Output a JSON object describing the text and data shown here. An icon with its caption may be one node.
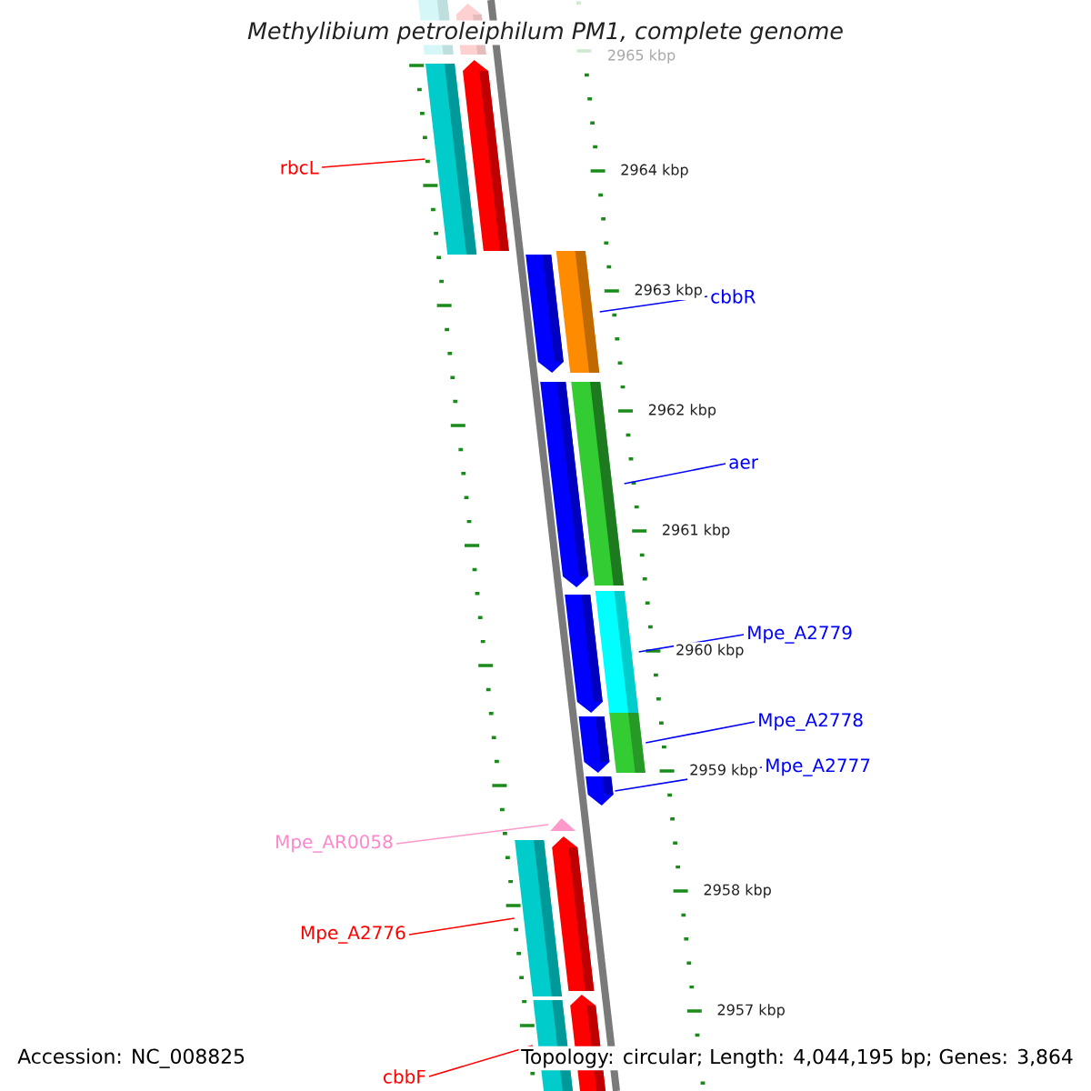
{
  "diagram": {
    "title": "Methylibium petroleiphilum PM1, complete genome",
    "nodes": [
      {
        "text": [],
        "shape": "bar"
      },
      {
        "text": [],
        "shape": "bar"
      },
      {
        "text": [],
        "shape": "bar"
      },
      {
        "text": [],
        "shape": "bar"
      },
      {
        "text": [
          "rbcL"
        ]
      },
      {
        "text": [],
        "shape": "bar"
      },
      {
        "text": [],
        "shape": "bar"
      },
      {
        "text": [
          "cbbR"
        ]
      },
      {
        "text": [],
        "shape": "bar"
      },
      {
        "text": [],
        "shape": "bar"
      },
      {
        "text": [
          "aer"
        ]
      },
      {
        "text": [],
        "shape": "bar"
      },
      {
        "text": [],
        "shape": "bar"
      },
      {
        "text": [
          "Mpe_A2779"
        ]
      },
      {
        "text": [],
        "shape": "bar"
      },
      {
        "text": [],
        "shape": "bar"
      },
      {
        "text": [
          "Mpe_A2778"
        ]
      },
      {
        "text": [],
        "shape": "bar"
      },
      {
        "text": [
          "Mpe_A2777"
        ]
      },
      {
        "text": [],
        "shape": "triangle"
      },
      {
        "text": [
          "Mpe_AR0058"
        ]
      },
      {
        "text": [],
        "shape": "bar"
      },
      {
        "text": [],
        "shape": "bar"
      },
      {
        "text": [
          "Mpe_A2776"
        ]
      },
      {
        "text": [],
        "shape": "bar"
      },
      {
        "text": [],
        "shape": "bar"
      },
      {
        "text": [
          "cbbF"
        ]
      }
    ],
    "edges": [
      {
        "from": 4,
        "to": 2,
        "arrow": "none",
        "color": "#ff0000"
      },
      {
        "from": 7,
        "to": 6,
        "arrow": "none"
      },
      {
        "from": 10,
        "to": 9,
        "arrow": "none"
      },
      {
        "from": 13,
        "to": 12,
        "arrow": "none"
      },
      {
        "from": 16,
        "to": 15,
        "arrow": "none"
      },
      {
        "from": 18,
        "to": 17,
        "arrow": "none"
      },
      {
        "from": 20,
        "to": 19,
        "arrow": "none",
        "color": "#ff99cc"
      },
      {
        "from": 23,
        "to": 21,
        "arrow": "none",
        "color": "#ff0000"
      },
      {
        "from": 26,
        "to": 24,
        "arrow": "none",
        "color": "#ff0000"
      }
    ],
    "labels": [
      "2965 kbp",
      "2964 kbp",
      "2963 kbp",
      "2962 kbp",
      "2961 kbp",
      "2960 kbp",
      "2959 kbp",
      "2958 kbp",
      "2957 kbp",
      "Accession: NC_008825",
      "Topology: circular; Length: 4,044,195 bp; Genes: 3,864"
    ]
  }
}
